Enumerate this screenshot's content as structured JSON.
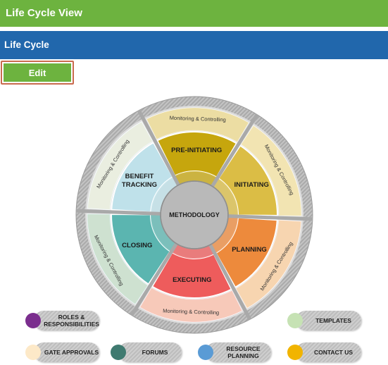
{
  "header": {
    "title": "Life Cycle View"
  },
  "section": {
    "title": "Life Cycle"
  },
  "toolbar": {
    "edit_label": "Edit"
  },
  "wheel": {
    "center_label": "METHODOLOGY",
    "ring_label": "Monitoring & Controlling",
    "phases": [
      {
        "key": "pre-initiating",
        "label": "PRE-INITIATING",
        "color": "#c6a60d"
      },
      {
        "key": "initiating",
        "label": "INITIATING",
        "color": "#dbbd45"
      },
      {
        "key": "planning",
        "label": "PLANNING",
        "color": "#ed8a3c"
      },
      {
        "key": "executing",
        "label": "EXECUTING",
        "color": "#ee5c5c"
      },
      {
        "key": "closing",
        "label": "CLOSING",
        "color": "#5bb5b0"
      },
      {
        "key": "benefit-tracking",
        "label": "BENEFIT TRACKING",
        "color": "#bfe1ea"
      }
    ]
  },
  "legend": [
    {
      "label": "ROLES & RESPONSIBILITIES",
      "color": "#7b2e8e"
    },
    {
      "label": "TEMPLATES",
      "color": "#c6e2b4"
    },
    {
      "label": "GATE APPROVALS",
      "color": "#fde9c8"
    },
    {
      "label": "FORUMS",
      "color": "#3f7a70"
    },
    {
      "label": "RESOURCE PLANNING",
      "color": "#5a9bd5"
    },
    {
      "label": "CONTACT US",
      "color": "#f1b400"
    }
  ]
}
